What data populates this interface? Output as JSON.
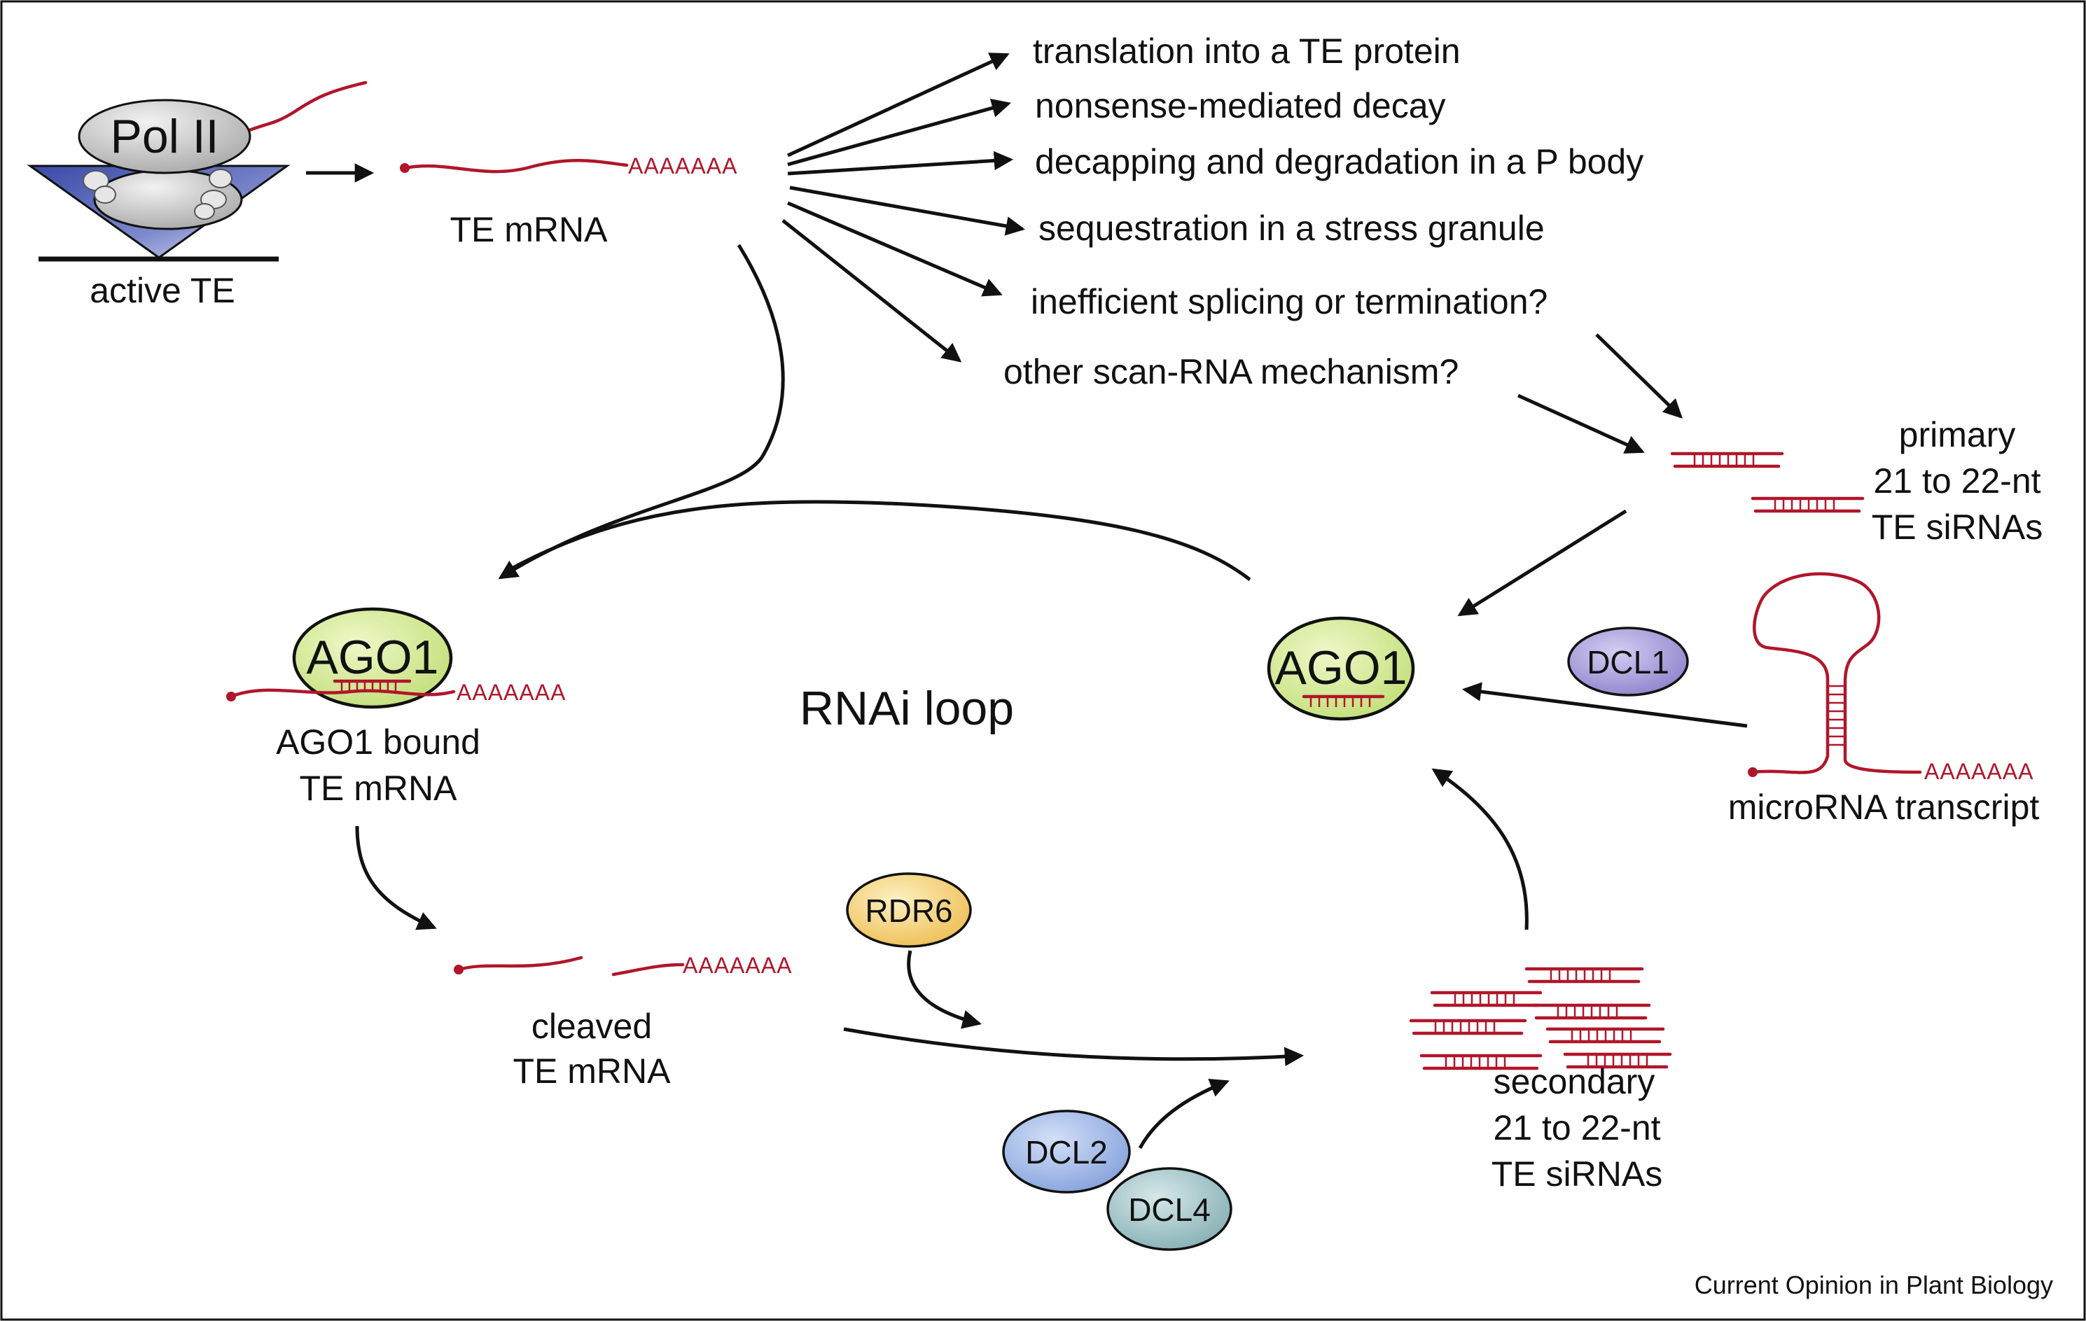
{
  "active_te": "active TE",
  "pol_ii": "Pol II",
  "te_mrna": "TE mRNA",
  "poly_a": "AAAAAAA",
  "fates": [
    "translation into a TE protein",
    "nonsense-mediated decay",
    "decapping and degradation in a P body",
    "sequestration in a stress granule",
    "inefficient splicing or termination?",
    "other scan-RNA mechanism?"
  ],
  "primary_sirnas": [
    "primary",
    "21 to 22-nt",
    "TE siRNAs"
  ],
  "ago1": "AGO1",
  "ago1_bound": [
    "AGO1 bound",
    "TE mRNA"
  ],
  "rnai_loop": "RNAi loop",
  "dcl1": "DCL1",
  "microrna_transcript": "microRNA transcript",
  "rdr6": "RDR6",
  "cleaved": [
    "cleaved",
    "TE mRNA"
  ],
  "dcl2": "DCL2",
  "dcl4": "DCL4",
  "secondary_sirnas": [
    "secondary",
    "21 to 22-nt",
    "TE siRNAs"
  ],
  "credit": "Current Opinion in Plant Biology",
  "colors": {
    "rna": "#b0162a",
    "ago1_fill": "#d6ec9c",
    "dcl1_fill": "#a89fd8",
    "dcl2_fill": "#9cb5e6",
    "dcl4_fill": "#9fc2c4",
    "rdr6_fill": "#f6d27a",
    "pol_ii_fill": "#c8c8c8",
    "te_triangle": "#5565b8"
  }
}
